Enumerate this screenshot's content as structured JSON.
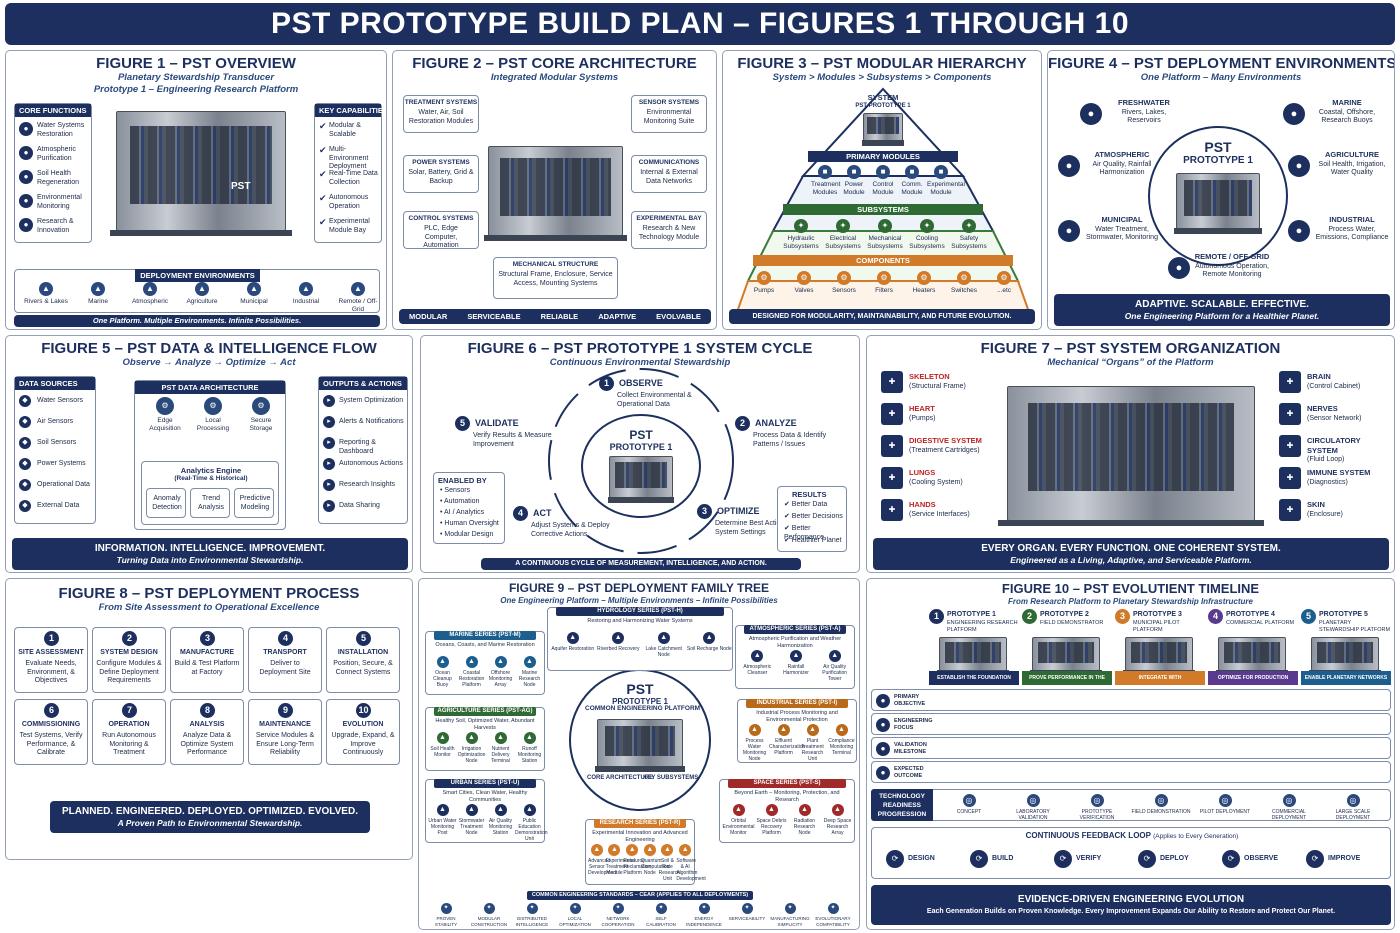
{
  "page_title": "PST PROTOTYPE BUILD PLAN – FIGURES 1 THROUGH 10",
  "fig1": {
    "title": "FIGURE 1 – PST OVERVIEW",
    "subtitle1": "Planetary Stewardship Transducer",
    "subtitle2": "Prototype 1 – Engineering Research Platform",
    "core_header": "CORE FUNCTIONS",
    "core": [
      "Water Systems Restoration",
      "Atmospheric Purification",
      "Soil Health Regeneration",
      "Environmental Monitoring",
      "Research & Innovation"
    ],
    "cap_header": "KEY CAPABILITIES",
    "caps": [
      "Modular & Scalable",
      "Multi-Environment Deployment",
      "Real-Time Data Collection",
      "Autonomous Operation",
      "Experimental Module Bay"
    ],
    "machine_label": "PST",
    "env_header": "DEPLOYMENT ENVIRONMENTS",
    "envs": [
      "Rivers & Lakes",
      "Marine",
      "Atmospheric",
      "Agriculture",
      "Municipal",
      "Industrial",
      "Remote / Off-Grid"
    ],
    "banner": "One Platform. Multiple Environments. Infinite Possibilities."
  },
  "fig2": {
    "title": "FIGURE 2 – PST CORE ARCHITECTURE",
    "subtitle": "Integrated Modular Systems",
    "boxes": [
      {
        "h": "TREATMENT SYSTEMS",
        "t": "Water, Air, Soil Restoration Modules"
      },
      {
        "h": "SENSOR SYSTEMS",
        "t": "Environmental Monitoring Suite"
      },
      {
        "h": "POWER SYSTEMS",
        "t": "Solar, Battery, Grid & Backup"
      },
      {
        "h": "COMMUNICATIONS",
        "t": "Internal & External Data Networks"
      },
      {
        "h": "CONTROL SYSTEMS",
        "t": "PLC, Edge Computer, Automation"
      },
      {
        "h": "EXPERIMENTAL BAY",
        "t": "Research & New Technology Module"
      },
      {
        "h": "MECHANICAL STRUCTURE",
        "t": "Structural Frame, Enclosure, Service Access, Mounting Systems"
      }
    ],
    "footer": [
      "MODULAR",
      "SERVICEABLE",
      "RELIABLE",
      "ADAPTIVE",
      "EVOLVABLE"
    ]
  },
  "fig3": {
    "title": "FIGURE 3 – PST MODULAR HIERARCHY",
    "subtitle": "System > Modules > Subsystems > Components",
    "top": "SYSTEM",
    "top_sub": "PST PROTOTYPE 1",
    "l1": "PRIMARY MODULES",
    "l1_items": [
      "Treatment Modules",
      "Power Module",
      "Control Module",
      "Comm. Module",
      "Experimental Module"
    ],
    "l2": "SUBSYSTEMS",
    "l2_items": [
      "Hydraulic Subsystems",
      "Electrical Subsystems",
      "Mechanical Subsystems",
      "Cooling Subsystems",
      "Safety Subsystems"
    ],
    "l3": "COMPONENTS",
    "l3_items": [
      "Pumps",
      "Valves",
      "Sensors",
      "Filters",
      "Heaters",
      "Switches",
      "...etc"
    ],
    "banner": "DESIGNED FOR MODULARITY, MAINTAINABILITY, AND FUTURE EVOLUTION."
  },
  "fig4": {
    "title": "FIGURE 4 – PST DEPLOYMENT ENVIRONMENTS",
    "subtitle": "One Platform – Many Environments",
    "center1": "PST",
    "center2": "PROTOTYPE 1",
    "envs": [
      {
        "h": "FRESHWATER",
        "t": "Rivers, Lakes, Reservoirs"
      },
      {
        "h": "MARINE",
        "t": "Coastal, Offshore, Research Buoys"
      },
      {
        "h": "ATMOSPHERIC",
        "t": "Air Quality, Rainfall Harmonization"
      },
      {
        "h": "AGRICULTURE",
        "t": "Soil Health, Irrigation, Water Quality"
      },
      {
        "h": "MUNICIPAL",
        "t": "Water Treatment, Stormwater, Monitoring"
      },
      {
        "h": "INDUSTRIAL",
        "t": "Process Water, Emissions, Compliance"
      },
      {
        "h": "REMOTE / OFF-GRID",
        "t": "Autonomous Operation, Remote Monitoring"
      }
    ],
    "banner1": "ADAPTIVE. SCALABLE. EFFECTIVE.",
    "banner2": "One Engineering Platform for a Healthier Planet."
  },
  "fig5": {
    "title": "FIGURE 5 – PST DATA & INTELLIGENCE FLOW",
    "subtitle": "Observe → Analyze → Optimize → Act",
    "src_header": "DATA SOURCES",
    "sources": [
      "Water Sensors",
      "Air Sensors",
      "Soil Sensors",
      "Power Systems",
      "Operational Data",
      "External Data"
    ],
    "arch_header": "PST DATA ARCHITECTURE",
    "arch": [
      "Edge Acquisition",
      "Local Processing",
      "Secure Storage"
    ],
    "engine1": "Analytics Engine",
    "engine2": "(Real-Time & Historical)",
    "engine_items": [
      "Anomaly Detection",
      "Trend Analysis",
      "Predictive Modeling"
    ],
    "out_header": "OUTPUTS & ACTIONS",
    "outputs": [
      "System Optimization",
      "Alerts & Notifications",
      "Reporting & Dashboard",
      "Autonomous Actions",
      "Research Insights",
      "Data Sharing"
    ],
    "banner1": "INFORMATION. INTELLIGENCE. IMPROVEMENT.",
    "banner2": "Turning Data into Environmental Stewardship."
  },
  "fig6": {
    "title": "FIGURE 6 – PST PROTOTYPE 1 SYSTEM CYCLE",
    "subtitle": "Continuous Environmental Stewardship",
    "steps": [
      {
        "n": "1",
        "h": "OBSERVE",
        "t": "Collect Environmental & Operational Data"
      },
      {
        "n": "2",
        "h": "ANALYZE",
        "t": "Process Data & Identify Patterns / Issues"
      },
      {
        "n": "3",
        "h": "OPTIMIZE",
        "t": "Determine Best Actions & System Settings"
      },
      {
        "n": "4",
        "h": "ACT",
        "t": "Adjust Systems & Deploy Corrective Actions"
      },
      {
        "n": "5",
        "h": "VALIDATE",
        "t": "Verify Results & Measure Improvement"
      }
    ],
    "center1": "PST",
    "center2": "PROTOTYPE 1",
    "enabled_header": "ENABLED BY",
    "enabled": [
      "Sensors",
      "Automation",
      "AI / Analytics",
      "Human Oversight",
      "Modular Design"
    ],
    "results_header": "RESULTS",
    "results": [
      "Better Data",
      "Better Decisions",
      "Better Performance",
      "Healthier Planet"
    ],
    "banner": "A CONTINUOUS CYCLE OF MEASUREMENT, INTELLIGENCE, AND ACTION."
  },
  "fig7": {
    "title": "FIGURE 7 – PST SYSTEM ORGANIZATION",
    "subtitle": "Mechanical “Organs” of the Platform",
    "left": [
      {
        "h": "SKELETON",
        "t": "(Structural Frame)"
      },
      {
        "h": "HEART",
        "t": "(Pumps)"
      },
      {
        "h": "DIGESTIVE SYSTEM",
        "t": "(Treatment Cartridges)"
      },
      {
        "h": "LUNGS",
        "t": "(Cooling System)"
      },
      {
        "h": "HANDS",
        "t": "(Service Interfaces)"
      }
    ],
    "right": [
      {
        "h": "BRAIN",
        "t": "(Control Cabinet)"
      },
      {
        "h": "NERVES",
        "t": "(Sensor Network)"
      },
      {
        "h": "CIRCULATORY SYSTEM",
        "t": "(Fluid Loop)"
      },
      {
        "h": "IMMUNE SYSTEM",
        "t": "(Diagnostics)"
      },
      {
        "h": "SKIN",
        "t": "(Enclosure)"
      }
    ],
    "banner1": "EVERY ORGAN. EVERY FUNCTION. ONE COHERENT SYSTEM.",
    "banner2": "Engineered as a Living, Adaptive, and Serviceable Platform."
  },
  "fig8": {
    "title": "FIGURE 8 – PST DEPLOYMENT PROCESS",
    "subtitle": "From Site Assessment to Operational Excellence",
    "steps": [
      {
        "n": "1",
        "h": "SITE ASSESSMENT",
        "t": "Evaluate Needs, Environment, & Objectives"
      },
      {
        "n": "2",
        "h": "SYSTEM DESIGN",
        "t": "Configure Modules & Define Deployment Requirements"
      },
      {
        "n": "3",
        "h": "MANUFACTURE",
        "t": "Build & Test Platform at Factory"
      },
      {
        "n": "4",
        "h": "TRANSPORT",
        "t": "Deliver to Deployment Site"
      },
      {
        "n": "5",
        "h": "INSTALLATION",
        "t": "Position, Secure, & Connect Systems"
      },
      {
        "n": "6",
        "h": "COMMISSIONING",
        "t": "Test Systems, Verify Performance, & Calibrate"
      },
      {
        "n": "7",
        "h": "OPERATION",
        "t": "Run Autonomous Monitoring & Treatment"
      },
      {
        "n": "8",
        "h": "ANALYSIS",
        "t": "Analyze Data & Optimize System Performance"
      },
      {
        "n": "9",
        "h": "MAINTENANCE",
        "t": "Service Modules & Ensure Long-Term Reliability"
      },
      {
        "n": "10",
        "h": "EVOLUTION",
        "t": "Upgrade, Expand, & Improve Continuously"
      }
    ],
    "banner1": "PLANNED. ENGINEERED. DEPLOYED. OPTIMIZED. EVOLVED.",
    "banner2": "A Proven Path to Environmental Stewardship."
  },
  "fig9": {
    "title": "FIGURE 9 – PST DEPLOYMENT FAMILY TREE",
    "subtitle": "One Engineering Platform – Multiple Environments – Infinite Possibilities",
    "center1": "PST",
    "center2": "PROTOTYPE 1",
    "center3": "COMMON ENGINEERING PLATFORM",
    "series": [
      {
        "h": "HYDROLOGY SERIES (PST-H)",
        "t": "Restoring and Harmonizing Water Systems",
        "items": [
          "Aquifer Restoration",
          "Riverbed Recovery",
          "Lake Catchment Node",
          "Soil Recharge Node"
        ]
      },
      {
        "h": "MARINE SERIES (PST-M)",
        "t": "Oceans, Coasts, and Marine Restoration",
        "items": [
          "Ocean Cleanup Buoy",
          "Coastal Restoration Platform",
          "Offshore Monitoring Array",
          "Marine Research Node"
        ]
      },
      {
        "h": "ATMOSPHERIC SERIES (PST-A)",
        "t": "Atmospheric Purification and Weather Harmonization",
        "items": [
          "Atmospheric Cleanser",
          "Rainfall Harmonizer",
          "Air Quality Purification Tower"
        ]
      },
      {
        "h": "AGRICULTURE SERIES (PST-AG)",
        "t": "Healthy Soil, Optimized Water, Abundant Harvests",
        "items": [
          "Soil Health Monitor",
          "Irrigation Optimization Node",
          "Nutrient Delivery Terminal",
          "Runoff Monitoring Station"
        ]
      },
      {
        "h": "INDUSTRIAL SERIES (PST-I)",
        "t": "Industrial Process Monitoring and Environmental Protection",
        "items": [
          "Process Water Monitoring Node",
          "Effluent Characterization Platform",
          "Plant Treatment Research Unit",
          "Compliance Monitoring Terminal"
        ]
      },
      {
        "h": "URBAN SERIES (PST-U)",
        "t": "Smart Cities, Clean Water, Healthy Communities",
        "items": [
          "Urban Water Monitoring Post",
          "Stormwater Treatment Node",
          "Air Quality Monitoring Station",
          "Public Education Demonstration Unit"
        ]
      },
      {
        "h": "SPACE SERIES (PST-S)",
        "t": "Beyond Earth – Monitoring, Protection, and Research",
        "items": [
          "Orbital Environmental Monitor",
          "Space Debris Recovery Platform",
          "Radiation Research Node",
          "Deep Space Research Array"
        ]
      },
      {
        "h": "RESEARCH SERIES (PST-R)",
        "t": "Experimental Innovation and Advanced Engineering",
        "items": [
          "Advanced Sensor Development",
          "Experimental Treatment Module",
          "Resource Reclamation Platform",
          "Quantum Computation Node",
          "Soil & Rate Research Unit",
          "Software & AI Algorithm Development"
        ]
      }
    ],
    "core_arch": "CORE ARCHITECTURE",
    "key_sub": "KEY SUBSYSTEMS",
    "standards_header": "COMMON ENGINEERING STANDARDS – CEAR (APPLIES TO ALL DEPLOYMENTS)",
    "standards": [
      "PROVEN STABILITY",
      "MODULAR CONSTRUCTION",
      "DISTRIBUTED INTELLIGENCE",
      "LOCAL OPTIMIZATION",
      "NETWORK COOPERATION",
      "SELF CALIBRATION",
      "ENERGY INDEPENDENCE",
      "SERVICEABILITY",
      "MANUFACTURING SIMPLICITY",
      "EVOLUTIONARY COMPATIBILITY"
    ]
  },
  "fig10": {
    "title": "FIGURE 10 – PST EVOLUTIENT TIMELINE",
    "subtitle": "From Research Platform to Planetary Stewardship Infrastructure",
    "gens": [
      {
        "n": "1",
        "h": "PROTOTYPE 1",
        "t": "ENGINEERING RESEARCH PLATFORM",
        "bar": "ESTABLISH THE FOUNDATION"
      },
      {
        "n": "2",
        "h": "PROTOTYPE 2",
        "t": "FIELD DEMONSTRATOR",
        "bar": "PROVE PERFORMANCE IN THE FIELD"
      },
      {
        "n": "3",
        "h": "PROTOTYPE 3",
        "t": "MUNICIPAL PILOT PLATFORM",
        "bar": "INTEGRATE WITH INFRASTRUCTURE"
      },
      {
        "n": "4",
        "h": "PROTOTYPE 4",
        "t": "COMMERCIAL PLATFORM",
        "bar": "OPTIMIZE FOR PRODUCTION"
      },
      {
        "n": "5",
        "h": "PROTOTYPE 5",
        "t": "PLANETARY STEWARDSHIP PLATFORM",
        "bar": "ENABLE PLANETARY NETWORKS"
      }
    ],
    "rows": [
      "PRIMARY OBJECTIVE",
      "ENGINEERING FOCUS",
      "VALIDATION MILESTONE",
      "EXPECTED OUTCOME"
    ],
    "trl_header": "TECHNOLOGY READINESS PROGRESSION",
    "trl": [
      "CONCEPT",
      "LABORATORY VALIDATION",
      "PROTOTYPE VERIFICATION",
      "FIELD DEMONSTRATION",
      "PILOT DEPLOYMENT",
      "COMMERCIAL DEPLOYMENT",
      "LARGE SCALE DEPLOYMENT"
    ],
    "loop_header": "CONTINUOUS FEEDBACK LOOP",
    "loop_note": "(Applies to Every Generation)",
    "loop": [
      "DESIGN",
      "BUILD",
      "VERIFY",
      "DEPLOY",
      "OBSERVE",
      "IMPROVE"
    ],
    "banner1": "EVIDENCE-DRIVEN ENGINEERING EVOLUTION",
    "banner2": "Each Generation Builds on Proven Knowledge. Every Improvement Expands Our Ability to Restore and Protect Our Planet."
  }
}
